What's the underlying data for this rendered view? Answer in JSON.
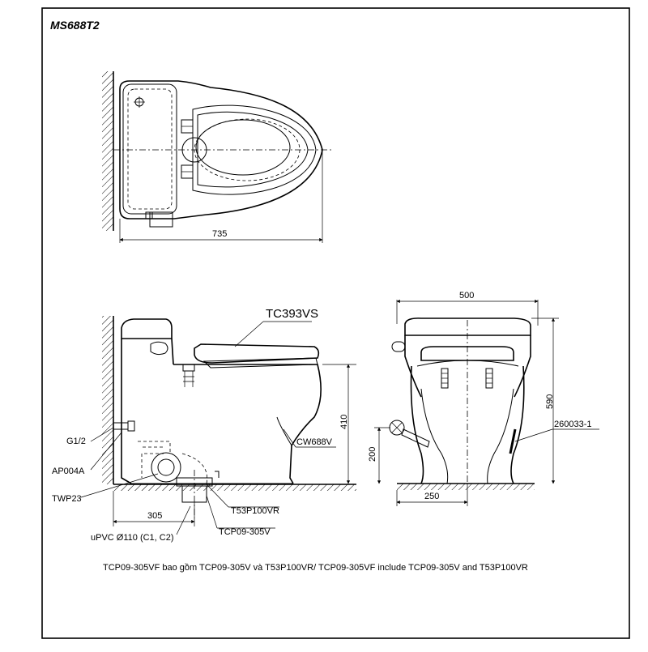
{
  "model_code": "MS688T2",
  "dimensions": {
    "top_length": "735",
    "width_front": "500",
    "height_total": "590",
    "height_seat": "410",
    "rough_in": "305",
    "side_inlet_height": "200",
    "side_base_width": "250"
  },
  "labels": {
    "seat_model": "TC393VS",
    "bowl_model": "CW688V",
    "supply": "G1/2",
    "angle_valve": "AP004A",
    "flange": "TWP23",
    "adapter": "T53P100VR",
    "outlet_kit": "TCP09-305V",
    "drain_pipe": "uPVC Ø110 (C1, C2)",
    "hose": "260033-1"
  },
  "footnote": "TCP09-305VF bao gồm TCP09-305V và T53P100VR/ TCP09-305VF include TCP09-305V and T53P100VR"
}
